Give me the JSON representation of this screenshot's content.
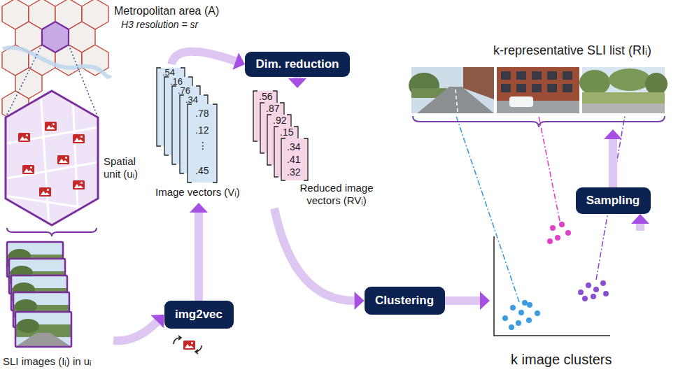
{
  "diagram": {
    "nodes": [
      {
        "text": [
          "Metropolitan area (A)",
          "H3 resolution = sr"
        ]
      },
      {
        "text": [
          "Spatial unit (uᵢ)"
        ]
      },
      {
        "text": [
          "SLI images (Iᵢ) in uᵢ"
        ]
      },
      {
        "text": [
          "img2vec"
        ]
      },
      {
        "text": [
          "Image vectors (Vᵢ)"
        ]
      },
      {
        "text": [
          "Dim. reduction"
        ]
      },
      {
        "text": [
          "Reduced image vectors (RVᵢ)"
        ]
      },
      {
        "text": [
          "Clustering"
        ]
      },
      {
        "text": [
          "k image clusters"
        ]
      },
      {
        "text": [
          "Sampling"
        ]
      },
      {
        "text": [
          "k-representative SLI list (RIᵢ)"
        ]
      }
    ],
    "edges": [
      {
        "from": 2,
        "to": 3,
        "arrow": "to"
      },
      {
        "from": 3,
        "to": 4,
        "arrow": "to"
      },
      {
        "from": 4,
        "to": 5,
        "arrow": "to"
      },
      {
        "from": 5,
        "to": 6,
        "arrow": "to"
      },
      {
        "from": 6,
        "to": 7,
        "arrow": "to"
      },
      {
        "from": 7,
        "to": 8,
        "arrow": "to"
      },
      {
        "from": 8,
        "to": 9,
        "arrow": "to"
      },
      {
        "from": 9,
        "to": 10,
        "arrow": "to"
      }
    ],
    "labels": [
      ".54",
      ".16",
      ".76",
      ".34",
      ".78",
      ".12",
      "⋮",
      ".45",
      ".56",
      ".87",
      ".92",
      ".15",
      ".34",
      ".41",
      ".32"
    ]
  }
}
